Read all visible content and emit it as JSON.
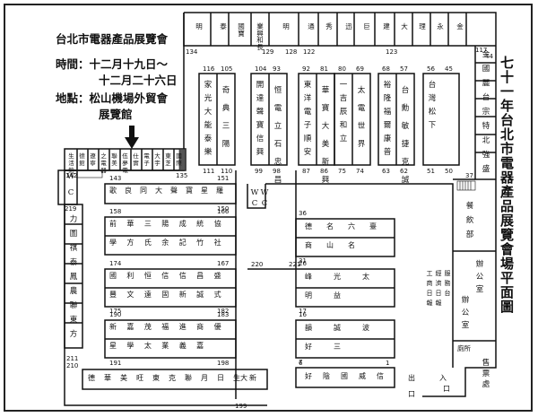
{
  "title": "七十一年台北市電器產品展覽會場平面圖",
  "info": {
    "name": "台北市電器產品展覽會",
    "time_line1": "時間：十二月十九日～",
    "time_line2": "十二月二十六日",
    "place_line1": "地點：松山機場外貿會",
    "place_line2": "展覽館"
  },
  "top_row_labels": [
    "明",
    "泰",
    "國寶",
    "業興和長",
    "明",
    "通",
    "秀",
    "迅",
    "巨",
    "建",
    "大",
    "理",
    "永",
    "金"
  ],
  "top_row_numbers": {
    "n134": "134",
    "n128": "128",
    "n129": "129",
    "n122": "122",
    "n123": "123",
    "n117": "117",
    "n118": "118"
  },
  "booth_columns": [
    {
      "top": "116",
      "top2": "105",
      "bottom": "111",
      "bottom2": "110",
      "c1": [
        "家",
        "光",
        "大",
        "能",
        "泰",
        "樂"
      ],
      "c2": [
        "奇",
        "典",
        "三",
        "陽"
      ]
    },
    {
      "top": "104",
      "top2": "93",
      "bottom": "99",
      "bottom2": "98",
      "c1": [
        "開",
        "達",
        "聲",
        "寶",
        "信",
        "興"
      ],
      "c2": [
        "恒",
        "電",
        "立",
        "石",
        "忠",
        "昌"
      ]
    },
    {
      "top": "92",
      "top2": "81",
      "bottom": "87",
      "bottom2": "86",
      "c1": [
        "東",
        "洋",
        "電",
        "子",
        "順",
        "安"
      ],
      "c2": [
        "華",
        "寶",
        "大",
        "美",
        "新",
        "興"
      ]
    },
    {
      "top": "80",
      "top2": "69",
      "bottom": "75",
      "bottom2": "74",
      "c1": [
        "一",
        "吉",
        "辰",
        "和",
        "立"
      ],
      "c2": [
        "太",
        "電",
        "世",
        "界"
      ]
    },
    {
      "top": "68",
      "top2": "57",
      "bottom": "63",
      "bottom2": "62",
      "c1": [
        "裕",
        "隆",
        "福",
        "爾",
        "康",
        "普"
      ],
      "c2": [
        "台",
        "勳",
        "敏",
        "捷",
        "克",
        "誠"
      ]
    },
    {
      "top": "56",
      "top2": "45",
      "bottom": "51",
      "bottom2": "50",
      "c1": [
        "台",
        "灣",
        "松",
        "下"
      ],
      "c2": []
    }
  ],
  "right_column": {
    "labels": [
      "金",
      "國",
      "麗",
      "台",
      "宗",
      "特",
      "北",
      "強",
      "盛"
    ],
    "n44": "44",
    "n37": "37"
  },
  "hall_row": {
    "n142": "142",
    "n135": "135",
    "labels": [
      "生活館",
      "德館",
      "遼寧",
      "之電器",
      "聯美",
      "伍夢電",
      "仕實",
      "電子",
      "大宇",
      "東芝",
      "國際"
    ]
  },
  "row_143": {
    "left": "143",
    "right": "151",
    "right2": "150",
    "labels": [
      "歌",
      "良",
      "同",
      "大",
      "聲",
      "寶",
      "星",
      "羅"
    ]
  },
  "row_158": {
    "left": "158",
    "right": "166",
    "labels": [
      "前",
      "華",
      "三",
      "陽",
      "成",
      "統",
      "協",
      "學",
      "方",
      "氏",
      "余",
      "記",
      "竹",
      "社"
    ]
  },
  "row_174": {
    "left": "174",
    "left2": "175",
    "right": "167",
    "right2": "182",
    "labels": [
      "國",
      "利",
      "恒",
      "信",
      "信",
      "昌",
      "盛",
      "豐",
      "文",
      "遠",
      "固",
      "新",
      "誠",
      "式"
    ]
  },
  "row_190": {
    "left": "190",
    "right": "183",
    "left2": "191",
    "right2": "198",
    "labels": [
      "新",
      "嘉",
      "茂",
      "福",
      "進",
      "商",
      "優",
      "星",
      "學",
      "太",
      "業",
      "義",
      "嘉"
    ]
  },
  "row_199": {
    "left": "211",
    "left2": "210",
    "right": "199",
    "labels": [
      "德",
      "華",
      "美",
      "旺",
      "東",
      "克",
      "聯",
      "月",
      "日",
      "生大",
      "新"
    ]
  },
  "left_wall": {
    "n219": "219",
    "labels": [
      "力",
      "圖",
      "祺",
      "泰",
      "鳳",
      "農",
      "聯",
      "東",
      "方"
    ]
  },
  "small_wc": {
    "wc": "W",
    "c": "C"
  },
  "center_blocks": {
    "b36": {
      "n36": "36",
      "n31": "31",
      "labels": [
        "德",
        "名",
        "六",
        "臺",
        "商",
        "山",
        "名"
      ]
    },
    "b26": {
      "n26": "26",
      "n17": "17",
      "labels": [
        "峰",
        "光",
        "太",
        "明",
        "益"
      ]
    },
    "b22": {
      "n22": "22",
      "n21": "21"
    },
    "b16": {
      "n16": "16",
      "n7": "7",
      "labels": [
        "韻",
        "誠",
        "波",
        "好",
        "三"
      ]
    },
    "b12": {
      "n12": "12",
      "n11": "11"
    },
    "b6": {
      "n6": "6",
      "n1": "1",
      "labels": [
        "好",
        "陰",
        "國",
        "威",
        "信"
      ]
    }
  },
  "n220": "220",
  "n221": "221",
  "service": {
    "text1": "工",
    "text2": "商",
    "text3": "日",
    "text4": "報",
    "text5": "經",
    "text6": "濟",
    "text7": "日",
    "text8": "報",
    "text9": "服",
    "text10": "務",
    "text11": "台"
  },
  "right_area": {
    "food": [
      "餐",
      "飲",
      "部"
    ],
    "office1": [
      "辦",
      "公",
      "室"
    ],
    "office2": [
      "辦",
      "公",
      "室"
    ],
    "toilet": "廁所",
    "sale": [
      "售",
      "票",
      "處"
    ]
  },
  "exits": {
    "exit": "出",
    "entry": "入",
    "kou": "口",
    "kou2": "口"
  }
}
